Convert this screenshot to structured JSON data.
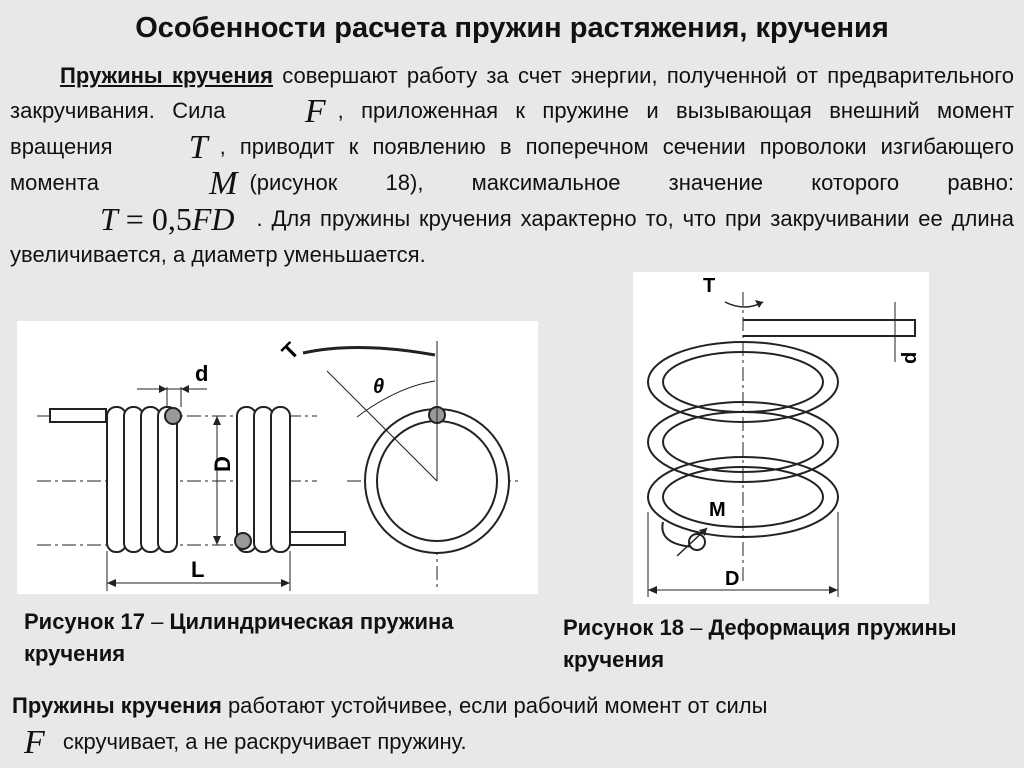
{
  "title": "Особенности расчета пружин растяжения, кручения",
  "intro": {
    "term": "Пружины кручения",
    "part1": " совершают работу за счет энергии, полученной от предварительного закручивания. Сила ",
    "sym_f": "F",
    "part2": ", приложенная к пружине и вызывающая внешний момент вращения ",
    "sym_t": "T",
    "part3": ", приводит к появлению в поперечном сечении проволоки изгибающего момента ",
    "sym_m": "M",
    "part4": "(рисунок 18), максимальное значение которого равно: ",
    "formula_lhs": "T",
    "formula_eq": " = 0,5",
    "formula_rhs": "FD",
    "part5": ". Для пружины кручения характерно то, что при закручивании ее длина увеличивается, а диаметр уменьшается."
  },
  "figure17": {
    "label_d": "d",
    "label_D": "D",
    "label_L": "L",
    "label_T": "T",
    "label_theta": "θ"
  },
  "figure18": {
    "label_T": "T",
    "label_d": "d",
    "label_M": "M",
    "label_D": "D"
  },
  "caption17": {
    "number": "Рисунок 17",
    "dash": " – ",
    "text": "Цилиндрическая пружина кручения"
  },
  "caption18": {
    "number": "Рисунок 18",
    "dash": " – ",
    "text": "Деформация пружины кручения"
  },
  "footer": {
    "term": "Пружины кручения",
    "part1": " работают устойчивее, если рабочий момент от силы",
    "sym_f": "F",
    "part2": " скручивает, а не раскручивает пружину."
  }
}
